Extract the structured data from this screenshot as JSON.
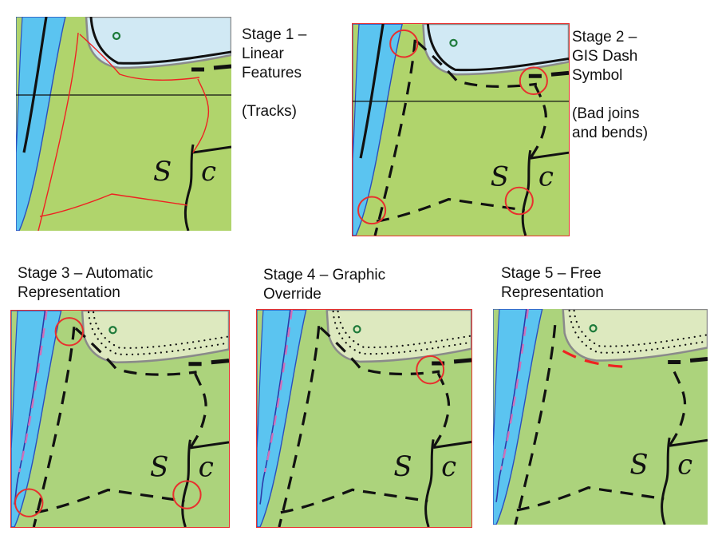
{
  "figure": {
    "title": "Cartographic representation of track linear features in five stages",
    "map_labels": {
      "letter_left": "S",
      "letter_right": "c"
    },
    "colors": {
      "land": "#b0d46c",
      "land_bottom": "#acd37c",
      "water": "#5bc4f0",
      "water_edge": "#2a4fbf",
      "lake_top": "#d1e9f4",
      "lake_bottom": "#dde9bf",
      "track_red": "#ee2222",
      "highlight_circle": "#e8302e",
      "border": "#e8302e",
      "river_dash": "#d070b8",
      "symbol_green": "#1d7a3a"
    }
  },
  "panels": [
    {
      "id": "stage1",
      "heading": "Stage 1 –\nLinear\nFeatures\n\n(Tracks)",
      "style": "red-centreline",
      "bordered": false,
      "highlight_count": 0
    },
    {
      "id": "stage2",
      "heading": "Stage 2 –\nGIS Dash\nSymbol\n\n(Bad joins\nand bends)",
      "style": "gis-dash",
      "bordered": true,
      "highlight_count": 4
    },
    {
      "id": "stage3",
      "heading": "Stage 3 – Automatic\nRepresentation",
      "style": "auto-representation",
      "bordered": true,
      "highlight_count": 3
    },
    {
      "id": "stage4",
      "heading": "Stage 4 – Graphic\nOverride",
      "style": "graphic-override",
      "bordered": true,
      "highlight_count": 1
    },
    {
      "id": "stage5",
      "heading": "Stage 5 – Free\nRepresentation",
      "style": "free-representation",
      "bordered": false,
      "highlight_count": 0
    }
  ]
}
